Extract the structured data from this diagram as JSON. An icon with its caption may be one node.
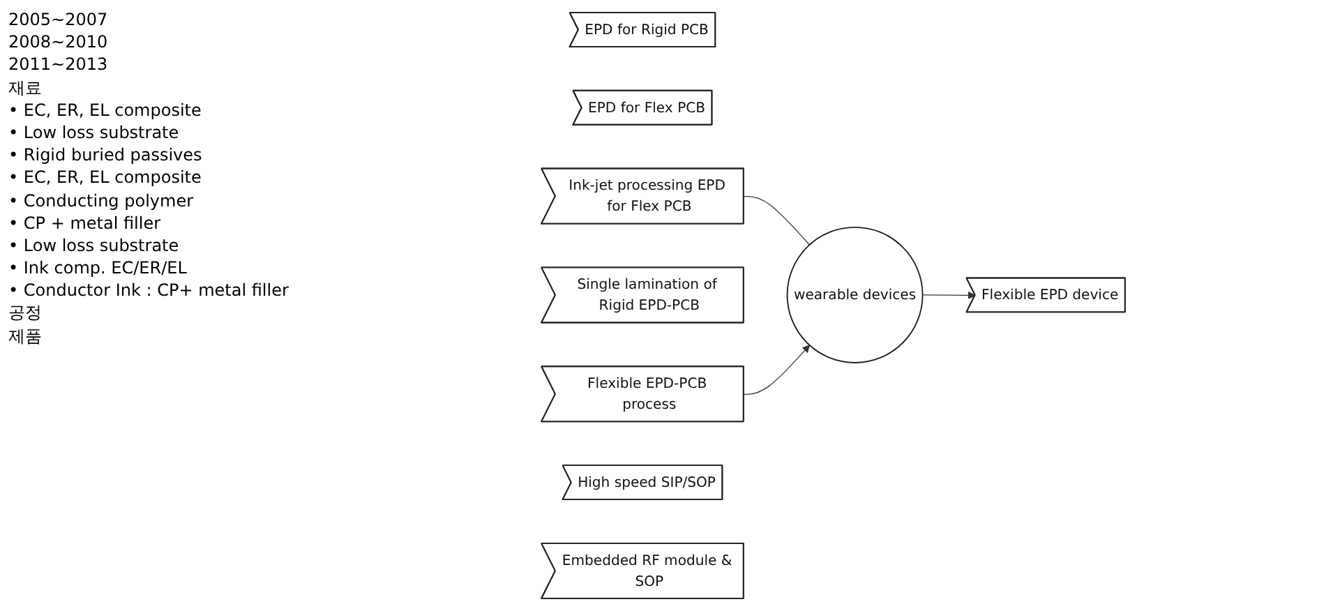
{
  "diagram": {
    "nodes": [
      {
        "text": [
          "EPD for Rigid PCB"
        ]
      },
      {
        "text": [
          "EPD for Flex PCB"
        ]
      },
      {
        "text": [
          "Ink-jet processing EPD for Flex PCB"
        ]
      },
      {
        "text": [
          "Single lamination of Rigid EPD-PCB"
        ]
      },
      {
        "text": [
          "Flexible EPD-PCB process"
        ]
      },
      {
        "text": [
          "High speed SIP/SOP"
        ]
      },
      {
        "text": [
          "Embedded RF module & SOP"
        ]
      },
      {
        "text": [
          "Flexible EPD device"
        ]
      },
      {
        "text": [
          "wearable devices"
        ]
      }
    ],
    "edges": [
      {
        "from": 2,
        "to": 8,
        "arrow": "none"
      },
      {
        "from": 4,
        "to": 8,
        "arrow": "to"
      },
      {
        "from": 8,
        "to": 7,
        "arrow": "to"
      }
    ],
    "labels": [
      "2005~2007",
      "2008~2010",
      "2011~2013",
      "재료",
      "• EC, ER, EL composite",
      "• Low loss substrate",
      "• Rigid buried passives",
      "• EC, ER, EL composite",
      "• Conducting polymer",
      "• CP + metal filler",
      "• Low loss substrate",
      "• Ink comp. EC/ER/EL",
      "• Conductor Ink : CP+ metal filler",
      "공정",
      "제품"
    ]
  }
}
